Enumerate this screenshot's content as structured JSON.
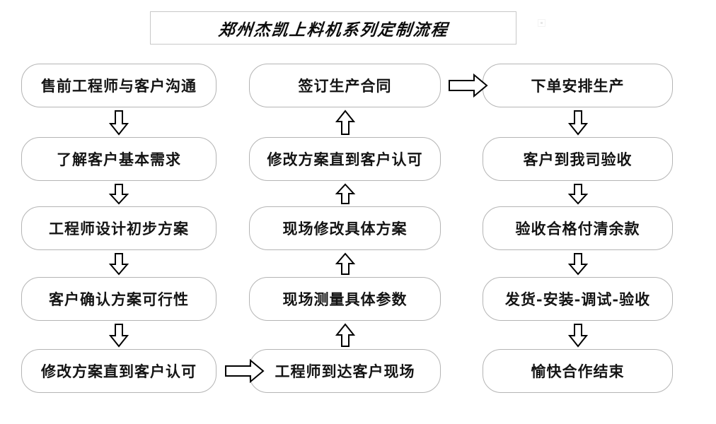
{
  "title": {
    "text": "郑州杰凯上料机系列定制流程"
  },
  "colors": {
    "page_background": "#ffffff",
    "box_border": "#b4b4b4",
    "title_border": "#c8c8c8",
    "text": "#141414",
    "arrow_stroke": "#000000",
    "arrow_fill": "#ffffff"
  },
  "chart_data": {
    "type": "diagram",
    "subtype": "flowchart",
    "title": "郑州杰凯上料机系列定制流程",
    "columns": 3,
    "direction": "column1 top-to-bottom, column2 bottom-to-top, column3 top-to-bottom",
    "nodes": [
      {
        "id": "n1",
        "column": 1,
        "row": 1,
        "label": "售前工程师与客户沟通"
      },
      {
        "id": "n2",
        "column": 1,
        "row": 2,
        "label": "了解客户基本需求"
      },
      {
        "id": "n3",
        "column": 1,
        "row": 3,
        "label": "工程师设计初步方案"
      },
      {
        "id": "n4",
        "column": 1,
        "row": 4,
        "label": "客户确认方案可行性"
      },
      {
        "id": "n5",
        "column": 1,
        "row": 5,
        "label": "修改方案直到客户认可"
      },
      {
        "id": "n6",
        "column": 2,
        "row": 5,
        "label": "工程师到达客户现场"
      },
      {
        "id": "n7",
        "column": 2,
        "row": 4,
        "label": "现场测量具体参数"
      },
      {
        "id": "n8",
        "column": 2,
        "row": 3,
        "label": "现场修改具体方案"
      },
      {
        "id": "n9",
        "column": 2,
        "row": 2,
        "label": "修改方案直到客户认可"
      },
      {
        "id": "n10",
        "column": 2,
        "row": 1,
        "label": "签订生产合同"
      },
      {
        "id": "n11",
        "column": 3,
        "row": 1,
        "label": "下单安排生产"
      },
      {
        "id": "n12",
        "column": 3,
        "row": 2,
        "label": "客户到我司验收"
      },
      {
        "id": "n13",
        "column": 3,
        "row": 3,
        "label": "验收合格付清余款"
      },
      {
        "id": "n14",
        "column": 3,
        "row": 4,
        "label": "发货-安装-调试-验收"
      },
      {
        "id": "n15",
        "column": 3,
        "row": 5,
        "label": "愉快合作结束"
      }
    ],
    "edges": [
      {
        "from": "n1",
        "to": "n2",
        "direction": "down"
      },
      {
        "from": "n2",
        "to": "n3",
        "direction": "down"
      },
      {
        "from": "n3",
        "to": "n4",
        "direction": "down"
      },
      {
        "from": "n4",
        "to": "n5",
        "direction": "down"
      },
      {
        "from": "n5",
        "to": "n6",
        "direction": "right"
      },
      {
        "from": "n6",
        "to": "n7",
        "direction": "up"
      },
      {
        "from": "n7",
        "to": "n8",
        "direction": "up"
      },
      {
        "from": "n8",
        "to": "n9",
        "direction": "up"
      },
      {
        "from": "n9",
        "to": "n10",
        "direction": "up"
      },
      {
        "from": "n10",
        "to": "n11",
        "direction": "right"
      },
      {
        "from": "n11",
        "to": "n12",
        "direction": "down"
      },
      {
        "from": "n12",
        "to": "n13",
        "direction": "down"
      },
      {
        "from": "n13",
        "to": "n14",
        "direction": "down"
      },
      {
        "from": "n14",
        "to": "n15",
        "direction": "down"
      }
    ]
  },
  "nodes": {
    "n1": "售前工程师与客户沟通",
    "n2": "了解客户基本需求",
    "n3": "工程师设计初步方案",
    "n4": "客户确认方案可行性",
    "n5": "修改方案直到客户认可",
    "n6": "工程师到达客户现场",
    "n7": "现场测量具体参数",
    "n8": "现场修改具体方案",
    "n9": "修改方案直到客户认可",
    "n10": "签订生产合同",
    "n11": "下单安排生产",
    "n12": "客户到我司验收",
    "n13": "验收合格付清余款",
    "n14": "发货-安装-调试-验收",
    "n15": "愉快合作结束"
  }
}
